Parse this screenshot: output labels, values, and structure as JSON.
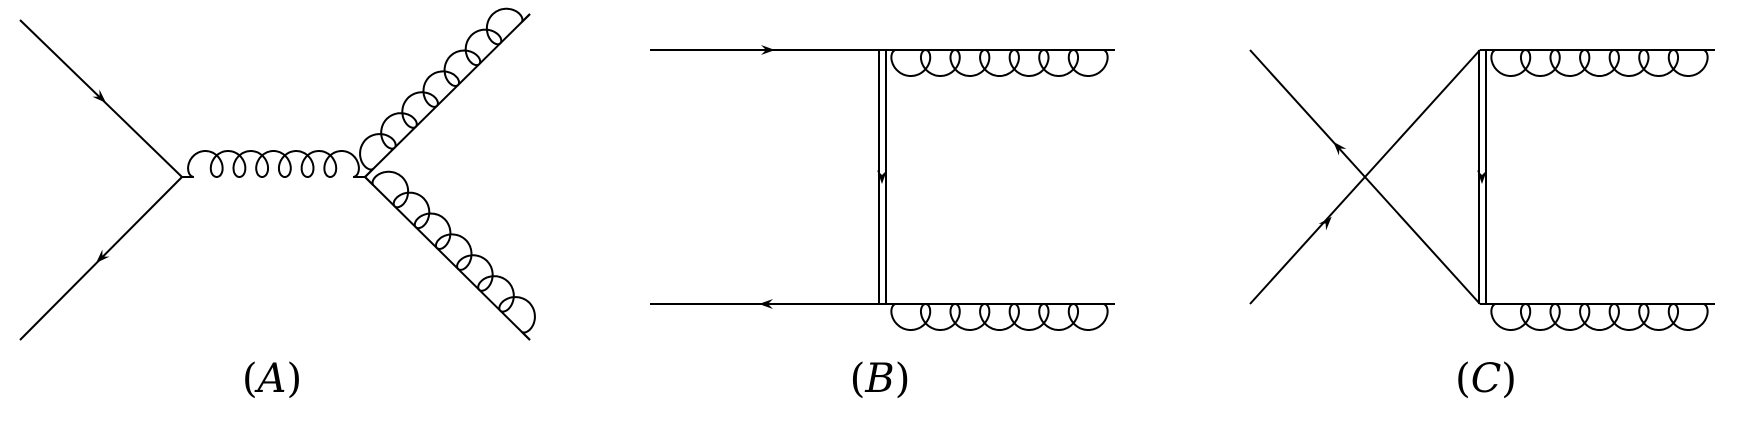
{
  "diagrams": [
    {
      "id": "A",
      "open": "(",
      "letter": "A",
      "close": ")"
    },
    {
      "id": "B",
      "open": "(",
      "letter": "B",
      "close": ")"
    },
    {
      "id": "C",
      "open": "(",
      "letter": "C",
      "close": ")"
    }
  ],
  "colors": {
    "line": "#000000",
    "background": "#ffffff"
  }
}
